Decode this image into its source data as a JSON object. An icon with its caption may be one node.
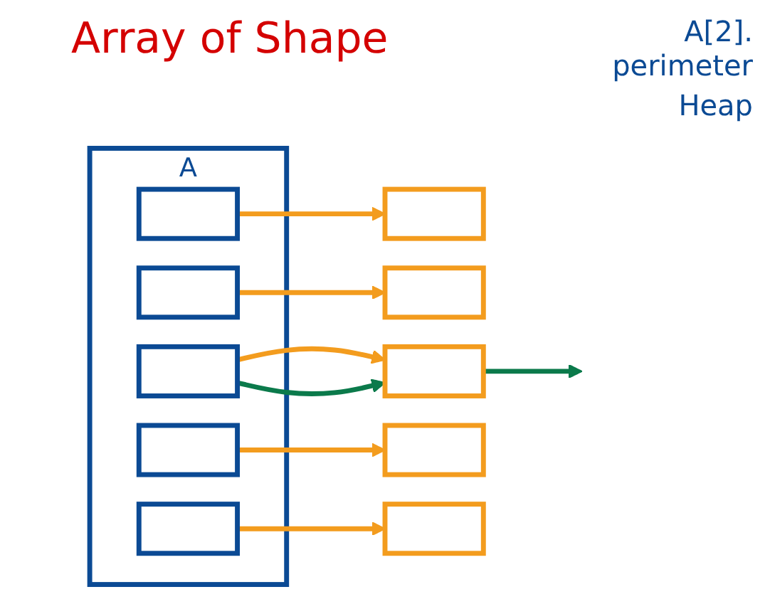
{
  "diagram": {
    "title": "Array of Shape",
    "nodes": [
      {
        "text": [
          "A"
        ]
      },
      {
        "text": [],
        "shape": "box",
        "in": 0
      },
      {
        "text": [],
        "shape": "box",
        "in": 0
      },
      {
        "text": [],
        "shape": "box",
        "in": 0
      },
      {
        "text": [],
        "shape": "box",
        "in": 0
      },
      {
        "text": [],
        "shape": "box",
        "in": 0
      },
      {
        "text": [],
        "shape": "box"
      },
      {
        "text": [],
        "shape": "box"
      },
      {
        "text": [],
        "shape": "box"
      },
      {
        "text": [],
        "shape": "box"
      },
      {
        "text": [],
        "shape": "box"
      }
    ],
    "edges": [
      {
        "from": 1,
        "to": 6,
        "arrow": "to"
      },
      {
        "from": 2,
        "to": 7,
        "arrow": "to"
      },
      {
        "from": 3,
        "to": 8,
        "arrow": "to"
      },
      {
        "from": 3,
        "to": 8,
        "arrow": "to",
        "color": "#0b7a4b"
      },
      {
        "from": 8,
        "to": null,
        "arrow": "to",
        "color": "#0b7a4b"
      },
      {
        "from": 4,
        "to": 9,
        "arrow": "to"
      },
      {
        "from": 5,
        "to": 10,
        "arrow": "to"
      }
    ],
    "labels": [
      "A[2]. perimeter",
      "Heap"
    ]
  }
}
